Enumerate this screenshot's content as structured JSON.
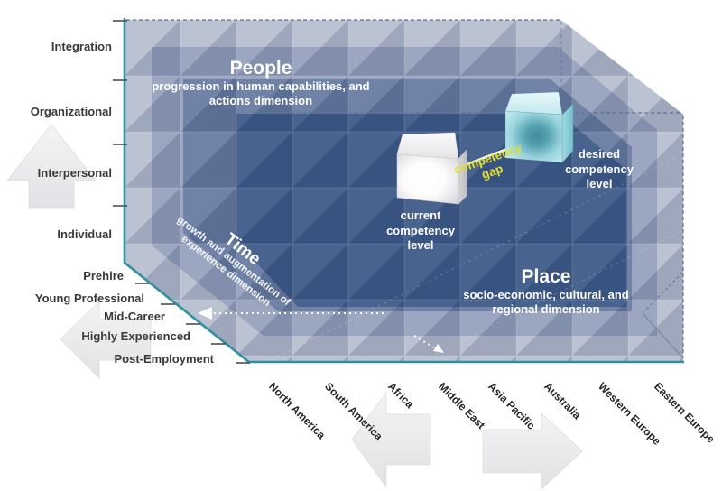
{
  "axes": {
    "people": {
      "name": "People",
      "subtitle_lines": [
        "progression in human capabilities, and",
        "actions dimension"
      ],
      "labels": [
        "Integration",
        "Organizational",
        "Interpersonal",
        "Individual"
      ]
    },
    "time": {
      "name": "Time",
      "subtitle_lines": [
        "growth and augmentation of",
        "experience dimension"
      ],
      "labels": [
        "Prehire",
        "Young Professional",
        "Mid-Career",
        "Highly Experienced",
        "Post-Employment"
      ]
    },
    "place": {
      "name": "Place",
      "subtitle_lines": [
        "socio-economic, cultural, and",
        "regional dimension"
      ],
      "labels": [
        "North America",
        "South America",
        "Africa",
        "Middle East",
        "Asia Pacific",
        "Australia",
        "Western Europe",
        "Eastern Europe"
      ]
    }
  },
  "annotations": {
    "current_cube_lines": [
      "current",
      "competency",
      "level"
    ],
    "desired_cube_lines": [
      "desired",
      "competency",
      "level"
    ],
    "gap_lines": [
      "competency",
      "gap"
    ]
  },
  "colors": {
    "axis_teal": "#2f90a2",
    "core_navy": "#3e5b88",
    "band_mid": "#687ca2",
    "band_light": "#b7bfd0",
    "gap_yellow": "#e3df2e",
    "cube_teal": "#9ad5de",
    "cube_white": "#ffffff",
    "block_arrow_gray": "#ececee"
  }
}
